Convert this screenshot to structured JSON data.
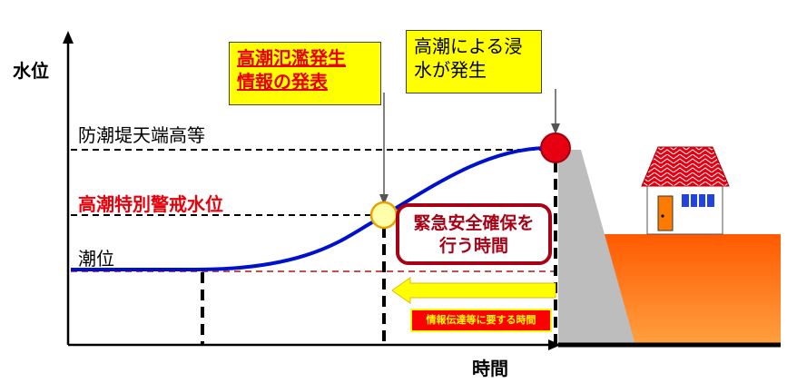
{
  "axis": {
    "y_label": "水位",
    "x_label": "時間"
  },
  "levels": {
    "embankment": "防潮堤天端高等",
    "warning": "高潮特別警戒水位",
    "tide": "潮位"
  },
  "callouts": {
    "announcement": [
      "高潮氾濫発生",
      "情報の発表"
    ],
    "flooding": [
      "高潮による浸",
      "水が発生"
    ]
  },
  "boxes": {
    "safety_time": [
      "緊急安全確保を",
      "行う時間"
    ],
    "info_time": "情報伝達等に要する時間"
  },
  "colors": {
    "curve": "#0011cc",
    "warning_text": "#e8000b",
    "callout_bg": "#ffff00",
    "warning_point": "#ffffaa",
    "flood_point": "#e60012",
    "ground": "#ff6a10",
    "roof": "#e60012"
  }
}
